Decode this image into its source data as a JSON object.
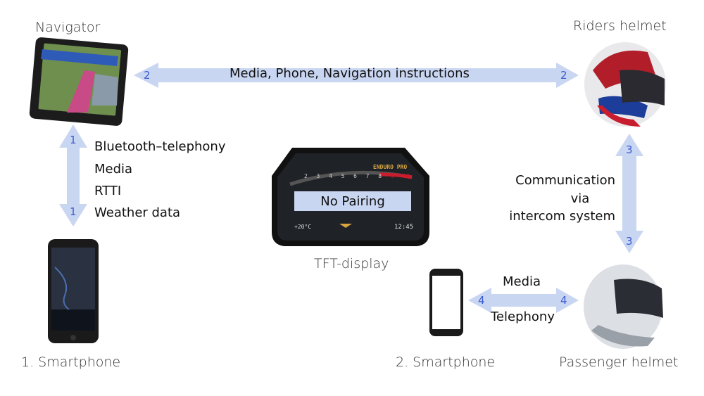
{
  "nodes": {
    "navigator": "Navigator",
    "riders_helmet": "Riders helmet",
    "passenger_helmet": "Passenger helmet",
    "smartphone1": "1. Smartphone",
    "smartphone2": "2. Smartphone",
    "tft": "TFT-display"
  },
  "links": {
    "l2": {
      "label": "Media, Phone, Navigation instructions",
      "num": "2"
    },
    "l1": {
      "num": "1",
      "items": [
        "Bluetooth–telephony",
        "Media",
        "RTTI",
        "Weather data"
      ]
    },
    "l3": {
      "num": "3",
      "lines": [
        "Communication",
        "via",
        "intercom system"
      ]
    },
    "l4": {
      "num": "4",
      "top": "Media",
      "bottom": "Telephony"
    }
  },
  "tft_display": {
    "status": "No Pairing",
    "mode": "ENDURO PRO",
    "temp": "+20°C",
    "time": "12:45",
    "ticks": [
      "2",
      "3",
      "4",
      "5",
      "6",
      "7",
      "8",
      "9",
      "10"
    ]
  },
  "colors": {
    "arrow_fill": "#c9d6f2",
    "number": "#3a5bd0",
    "tft_bezel": "#111111",
    "tft_status_bg": "#c9d6f2"
  }
}
